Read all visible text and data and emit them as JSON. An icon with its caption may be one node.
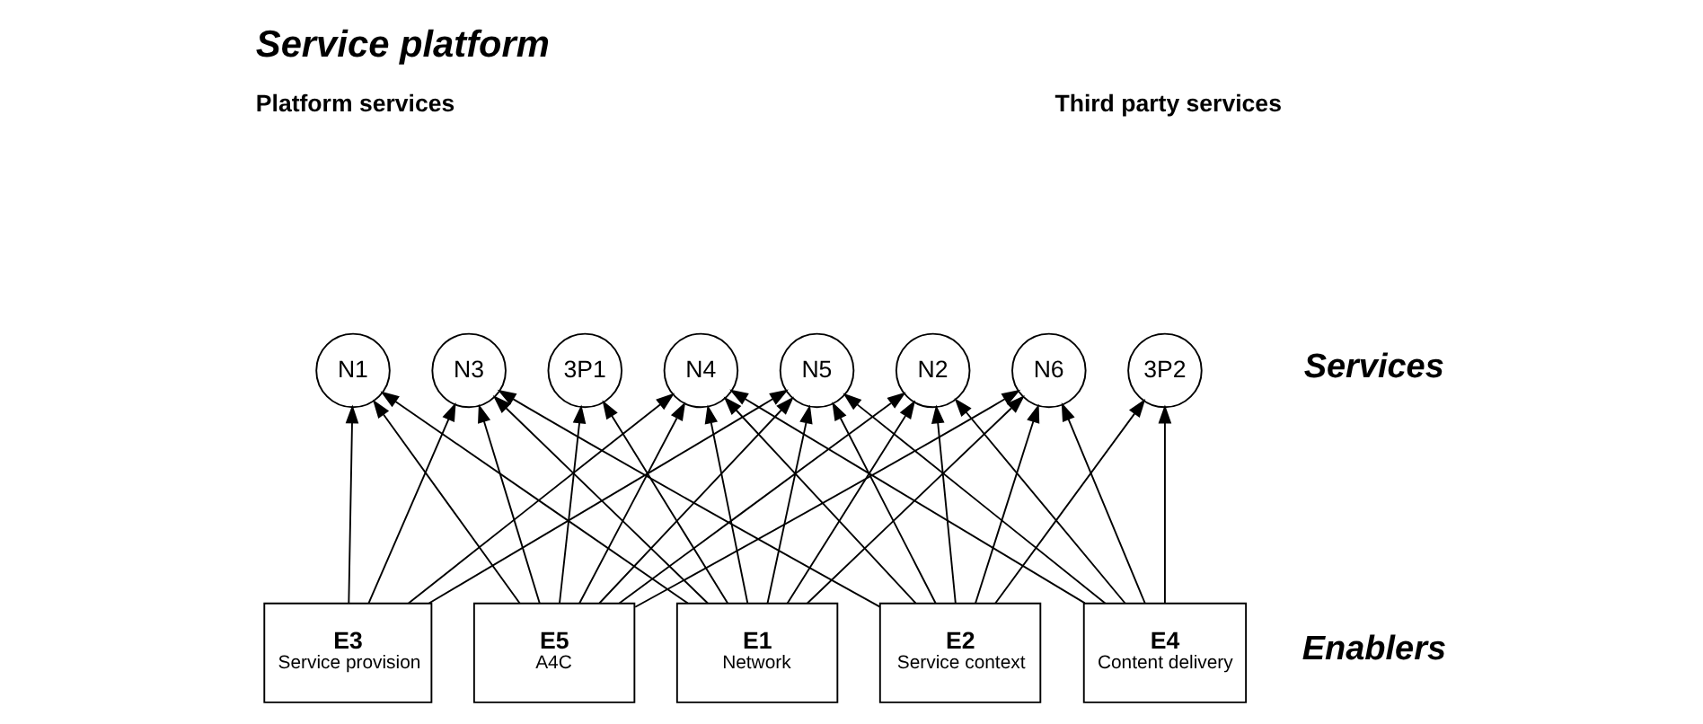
{
  "diagram": {
    "title": "Service platform",
    "nodes": [
      {
        "text": [
          "N1"
        ]
      },
      {
        "text": [
          "N2"
        ]
      },
      {
        "text": [
          "N3"
        ]
      },
      {
        "text": [
          "N4"
        ]
      },
      {
        "text": [
          "N5"
        ]
      },
      {
        "text": [
          "N6"
        ]
      },
      {
        "text": [
          "3P1"
        ]
      },
      {
        "text": [
          "3P2"
        ]
      },
      {
        "text": [
          "E1",
          "Network"
        ]
      },
      {
        "text": [
          "E2",
          "Service context"
        ]
      },
      {
        "text": [
          "E3",
          "Service provision"
        ]
      },
      {
        "text": [
          "E4",
          "Content delivery"
        ]
      },
      {
        "text": [
          "E5",
          "A4C"
        ]
      }
    ],
    "edges": [
      {
        "from": 8,
        "to": 0,
        "arrow": "to"
      },
      {
        "from": 8,
        "to": 1,
        "arrow": "to"
      },
      {
        "from": 8,
        "to": 2,
        "arrow": "to"
      },
      {
        "from": 8,
        "to": 3,
        "arrow": "to"
      },
      {
        "from": 8,
        "to": 4,
        "arrow": "to"
      },
      {
        "from": 8,
        "to": 5,
        "arrow": "to"
      },
      {
        "from": 8,
        "to": 6,
        "arrow": "to"
      },
      {
        "from": 9,
        "to": 1,
        "arrow": "to"
      },
      {
        "from": 9,
        "to": 2,
        "arrow": "to"
      },
      {
        "from": 9,
        "to": 3,
        "arrow": "to"
      },
      {
        "from": 9,
        "to": 4,
        "arrow": "to"
      },
      {
        "from": 9,
        "to": 5,
        "arrow": "to"
      },
      {
        "from": 9,
        "to": 7,
        "arrow": "to"
      },
      {
        "from": 10,
        "to": 0,
        "arrow": "to"
      },
      {
        "from": 10,
        "to": 2,
        "arrow": "to"
      },
      {
        "from": 10,
        "to": 3,
        "arrow": "to"
      },
      {
        "from": 10,
        "to": 4,
        "arrow": "to"
      },
      {
        "from": 11,
        "to": 1,
        "arrow": "to"
      },
      {
        "from": 11,
        "to": 3,
        "arrow": "to"
      },
      {
        "from": 11,
        "to": 4,
        "arrow": "to"
      },
      {
        "from": 11,
        "to": 5,
        "arrow": "to"
      },
      {
        "from": 11,
        "to": 7,
        "arrow": "to"
      },
      {
        "from": 12,
        "to": 0,
        "arrow": "to"
      },
      {
        "from": 12,
        "to": 1,
        "arrow": "to"
      },
      {
        "from": 12,
        "to": 2,
        "arrow": "to"
      },
      {
        "from": 12,
        "to": 3,
        "arrow": "to"
      },
      {
        "from": 12,
        "to": 4,
        "arrow": "to"
      },
      {
        "from": 12,
        "to": 5,
        "arrow": "to"
      },
      {
        "from": 12,
        "to": 6,
        "arrow": "to"
      }
    ],
    "labels": [
      "Platform services",
      "Third party services",
      "Services",
      "Enablers"
    ]
  }
}
